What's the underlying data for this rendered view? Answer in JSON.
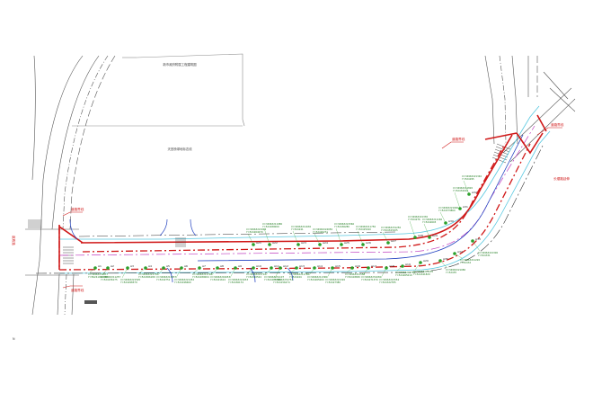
{
  "plan": {
    "sheet_marker": "N",
    "building_labels": [
      "新市政府附属工程建筑图",
      "天宫桥绿地标志线"
    ],
    "road_labels": {
      "left_road": "赢政路",
      "right_road": "长缨路延伸"
    },
    "red_tags": [
      "道路界线",
      "道路界线",
      "道路界线",
      "道路界线"
    ],
    "point_labels": [
      {
        "id": "A1",
        "coord": "X=34963231837\nY=56241962088"
      },
      {
        "id": "A2",
        "coord": "X=34963211257\nY=524236175"
      },
      {
        "id": "A3",
        "coord": "X=34963221595\nY=524298379"
      },
      {
        "id": "A4",
        "coord": "X=34963221750\nY=524306189"
      },
      {
        "id": "A5",
        "coord": "X=34963211557\nY=5242751"
      },
      {
        "id": "A6",
        "coord": "X=34963221452\nY=524198460"
      },
      {
        "id": "A7",
        "coord": "X=34963211708\nY=524189004"
      },
      {
        "id": "A8",
        "coord": "X=34963201653\nY=52421614"
      },
      {
        "id": "A9",
        "coord": "X=34963221653\nY=52436174"
      },
      {
        "id": "A10",
        "coord": "X=34963221710\nY=52410524"
      },
      {
        "id": "A11",
        "coord": "X=34963231107\nY=524175786"
      },
      {
        "id": "A12",
        "coord": "X=34963231754\nY=524156274"
      },
      {
        "id": "A13",
        "coord": "X=34963211780\nY=524244"
      },
      {
        "id": "A14",
        "coord": "X=34963211390\nY=524265000"
      },
      {
        "id": "A15",
        "coord": "X=34963221320\nY=52427380"
      },
      {
        "id": "A16",
        "coord": "X=34963211558\nY=52418650"
      },
      {
        "id": "A17",
        "coord": "X=34963231030\nY=524271370"
      },
      {
        "id": "A18",
        "coord": "X=34963221554\nY=524322785"
      },
      {
        "id": "A19",
        "coord": "X=34963211757\nY=524265010"
      },
      {
        "id": "A20",
        "coord": "X=34963211470\nY=524341820"
      },
      {
        "id": "A21",
        "coord": "X=34963221904\nY=524264070"
      },
      {
        "id": "A22",
        "coord": "X=34963211980\nY=524189000"
      },
      {
        "id": "A23",
        "coord": "X=34963211630\nY=524241"
      },
      {
        "id": "A24",
        "coord": "X=34963224050\nY=52426271"
      },
      {
        "id": "A25",
        "coord": "X=34963221560\nY=52436280"
      },
      {
        "id": "A26",
        "coord": "X=34963211750\nY=52425010"
      },
      {
        "id": "A27",
        "coord": "X=34963231250\nY=524343105"
      },
      {
        "id": "A28",
        "coord": "X=34963221330\nY=524276"
      },
      {
        "id": "A29",
        "coord": "X=34963211160\nY=5242603"
      },
      {
        "id": "A30",
        "coord": "X=34963221660\nY=524373860"
      },
      {
        "id": "A31",
        "coord": "X=34963211820\nY=52434010"
      },
      {
        "id": "A32",
        "coord": "X=34963221340\nY=524295"
      },
      {
        "id": "A33",
        "coord": "X=34963221300\nY=524331"
      },
      {
        "id": "A34",
        "coord": "X=34963211220\nY=52434"
      },
      {
        "id": "A35",
        "coord": "X=34963221080\nY=52435"
      }
    ]
  }
}
